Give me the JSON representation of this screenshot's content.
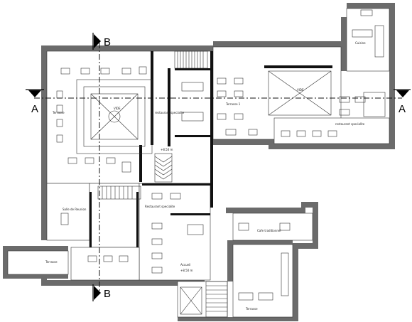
{
  "section_markers": {
    "a_left": "A",
    "a_right": "A",
    "b_top": "B",
    "b_bottom": "B"
  },
  "labels": {
    "vide_left": "VIDE",
    "vide_right": "VIDE",
    "terrasse_left": "Terrasse",
    "terrasse_1": "Terrasse 1",
    "restaurant_specialite_1": "restaurant specialite",
    "restaurant_specialite_2": "restaurant specialite",
    "restaurant_specialite_3": "Restaurant specialite",
    "cuisine": "Cuisine",
    "salle_de_reunion": "Salle de Reunion",
    "terrasse_bottom_left": "Terrasse",
    "cafe_traditionnel": "Cafe traditionnel",
    "accueil": "Accueil",
    "level_mark": "+8.50 m",
    "level_mark_2": "+8.50 m",
    "terrasse_bottom": "Terrasse"
  }
}
